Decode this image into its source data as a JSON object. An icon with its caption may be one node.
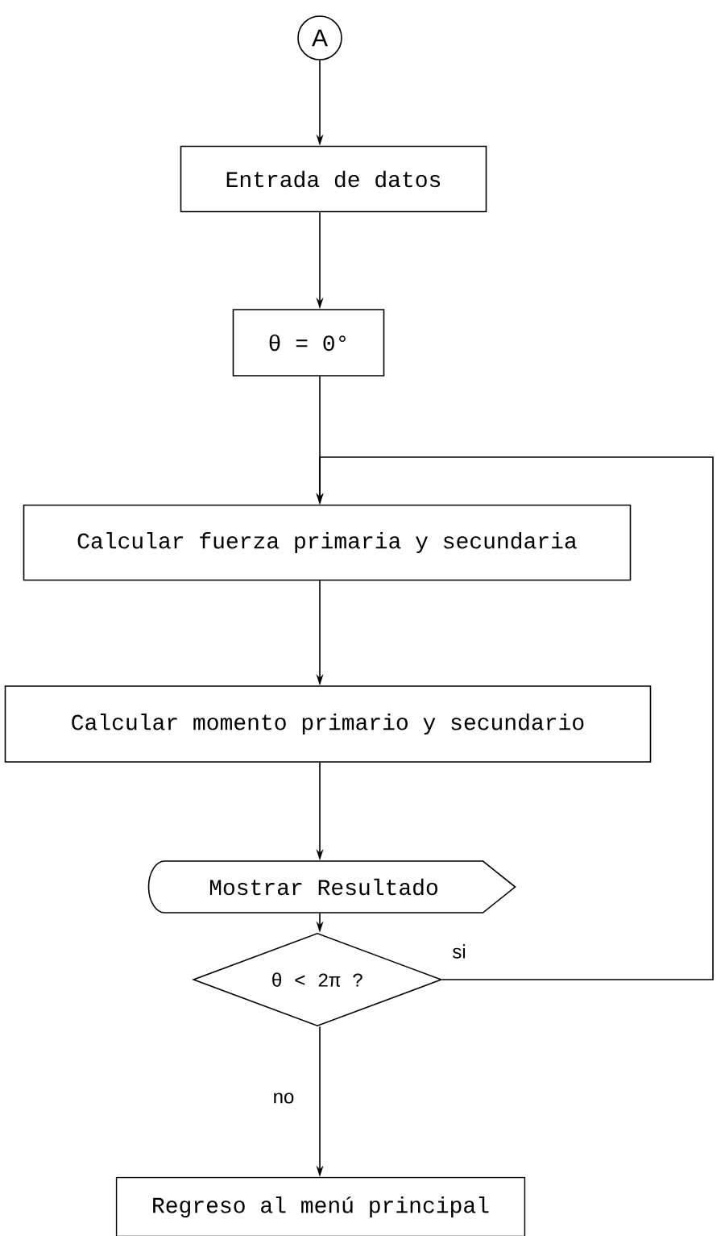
{
  "diagram": {
    "nodes": [
      {
        "text": [
          "A"
        ]
      },
      {
        "text": [
          "Entrada de datos"
        ]
      },
      {
        "text": [
          "θ = 0°"
        ]
      },
      {
        "text": [
          "Calcular fuerza primaria y secundaria"
        ]
      },
      {
        "text": [
          "Calcular momento primario y secundario"
        ]
      },
      {
        "text": [
          "Mostrar Resultado"
        ]
      },
      {
        "text": [
          "θ < 2π ?"
        ]
      },
      {
        "text": [
          "Regreso al menú principal"
        ]
      }
    ],
    "edges": [
      {
        "from": 0,
        "to": 1,
        "arrow": "to"
      },
      {
        "from": 1,
        "to": 2,
        "arrow": "to"
      },
      {
        "from": 2,
        "to": 3,
        "arrow": "to"
      },
      {
        "from": 3,
        "to": 4,
        "arrow": "to"
      },
      {
        "from": 4,
        "to": 5,
        "arrow": "to"
      },
      {
        "from": 5,
        "to": 6,
        "arrow": "to"
      },
      {
        "from": 6,
        "to": 7,
        "arrow": "to",
        "label": "no"
      },
      {
        "from": 6,
        "to": 3,
        "arrow": "to",
        "label": "si"
      }
    ]
  }
}
